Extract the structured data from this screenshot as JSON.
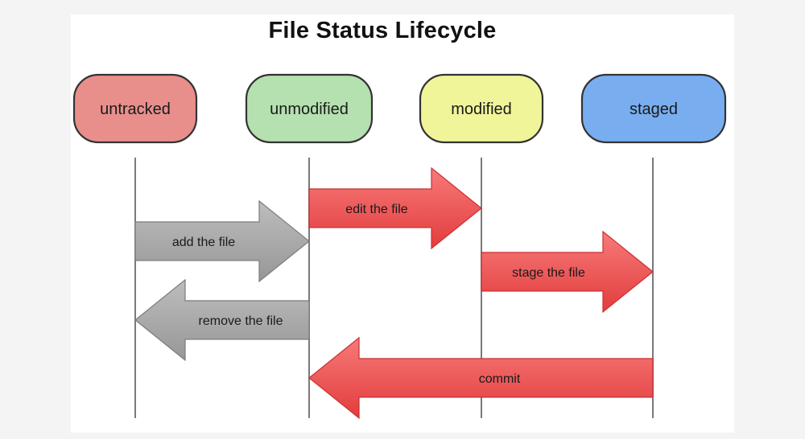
{
  "title": "File Status Lifecycle",
  "states": [
    {
      "id": "untracked",
      "label": "untracked",
      "color": "#e88f8c"
    },
    {
      "id": "unmodified",
      "label": "unmodified",
      "color": "#b5e0b0"
    },
    {
      "id": "modified",
      "label": "modified",
      "color": "#f0f59a"
    },
    {
      "id": "staged",
      "label": "staged",
      "color": "#78aef0"
    }
  ],
  "transitions": [
    {
      "label": "add the file",
      "from": "untracked",
      "to": "unmodified",
      "color": "#a8a8a8"
    },
    {
      "label": "edit the file",
      "from": "unmodified",
      "to": "modified",
      "color": "#ee4a4a"
    },
    {
      "label": "stage the file",
      "from": "modified",
      "to": "staged",
      "color": "#ee4a4a"
    },
    {
      "label": "remove the file",
      "from": "unmodified",
      "to": "untracked",
      "color": "#a8a8a8"
    },
    {
      "label": "commit",
      "from": "staged",
      "to": "unmodified",
      "color": "#ee4a4a"
    }
  ]
}
